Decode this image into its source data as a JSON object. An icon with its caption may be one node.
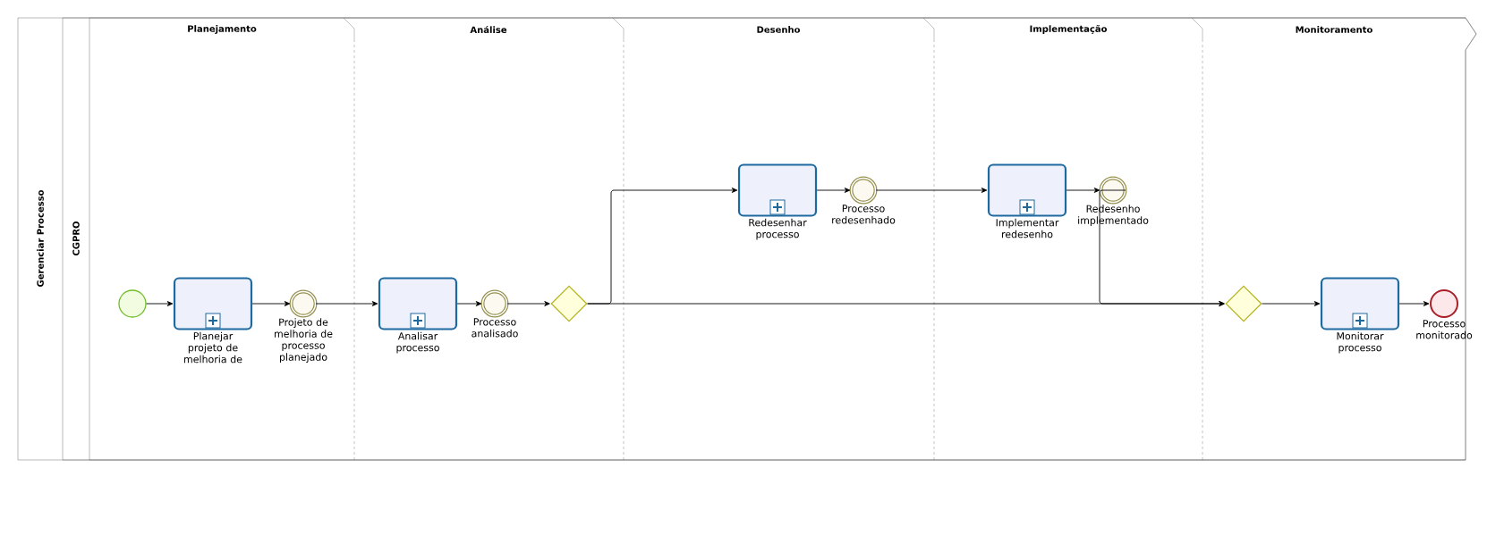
{
  "diagram": {
    "nodes": [
      {
        "text": [
          "Gerenciar Processo"
        ]
      },
      {
        "text": [
          "CGPRO"
        ],
        "in": 0
      },
      {
        "text": [
          "Planejamento"
        ],
        "in": 1
      },
      {
        "text": [
          "Análise"
        ],
        "in": 1
      },
      {
        "text": [
          "Desenho"
        ],
        "in": 1
      },
      {
        "text": [
          "Implementação"
        ],
        "in": 1
      },
      {
        "text": [
          "Monitoramento"
        ],
        "in": 1
      },
      {
        "text": [],
        "shape": "circle",
        "in": 2
      },
      {
        "text": [
          "Planejar projeto de melhoria de"
        ],
        "in": 2
      },
      {
        "text": [
          "Projeto de melhoria de processo planejado"
        ],
        "in": 2
      },
      {
        "text": [
          "Analisar processo"
        ],
        "in": 3
      },
      {
        "text": [
          "Processo analisado"
        ],
        "in": 3
      },
      {
        "text": [],
        "shape": "diamond",
        "in": 3
      },
      {
        "text": [
          "Redesenhar processo"
        ],
        "in": 4
      },
      {
        "text": [
          "Processo redesenhado"
        ],
        "in": 4
      },
      {
        "text": [
          "Implementar redesenho"
        ],
        "in": 5
      },
      {
        "text": [
          "Redesenho implementado"
        ],
        "in": 5
      },
      {
        "text": [],
        "shape": "diamond",
        "in": 6
      },
      {
        "text": [
          "Monitorar processo"
        ],
        "in": 6
      },
      {
        "text": [
          "Processo monitorado"
        ],
        "in": 6
      }
    ],
    "edges": [
      {
        "from": 7,
        "to": 8,
        "arrow": "to"
      },
      {
        "from": 8,
        "to": 9,
        "arrow": "to"
      },
      {
        "from": 9,
        "to": 10,
        "arrow": "to"
      },
      {
        "from": 10,
        "to": 11,
        "arrow": "to"
      },
      {
        "from": 11,
        "to": 12,
        "arrow": "to"
      },
      {
        "from": 12,
        "to": 13,
        "arrow": "to"
      },
      {
        "from": 13,
        "to": 14,
        "arrow": "to"
      },
      {
        "from": 14,
        "to": 15,
        "arrow": "to"
      },
      {
        "from": 15,
        "to": 16,
        "arrow": "to"
      },
      {
        "from": 16,
        "to": 17,
        "arrow": "to"
      },
      {
        "from": 12,
        "to": 17,
        "arrow": "to"
      },
      {
        "from": 17,
        "to": 18,
        "arrow": "to"
      },
      {
        "from": 18,
        "to": 19,
        "arrow": "to"
      }
    ]
  }
}
